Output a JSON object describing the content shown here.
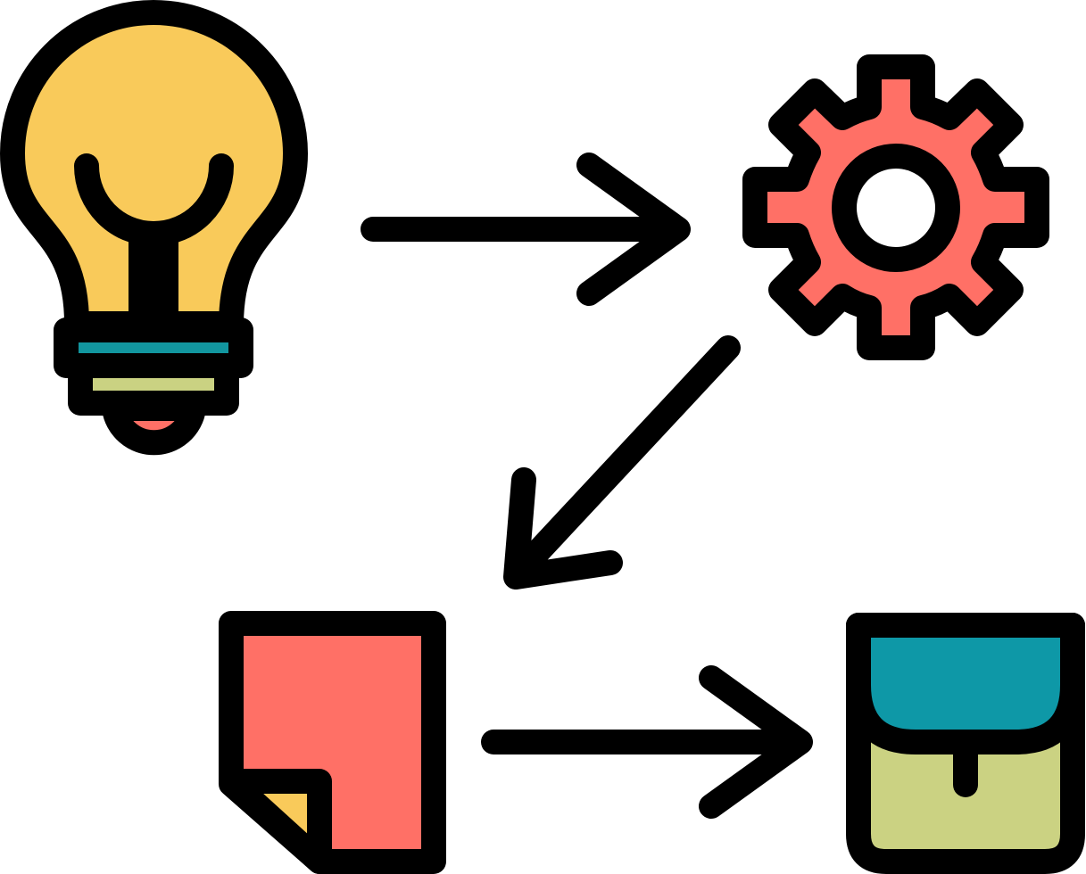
{
  "diagram": {
    "type": "process-flow",
    "nodes": [
      {
        "id": "idea",
        "icon": "lightbulb-icon"
      },
      {
        "id": "process",
        "icon": "gear-icon"
      },
      {
        "id": "document",
        "icon": "document-icon"
      },
      {
        "id": "product",
        "icon": "pocket-icon"
      }
    ],
    "edges": [
      {
        "from": "idea",
        "to": "process",
        "direction": "right"
      },
      {
        "from": "process",
        "to": "document",
        "direction": "down-left"
      },
      {
        "from": "document",
        "to": "product",
        "direction": "right"
      }
    ]
  },
  "colors": {
    "outline": "#000000",
    "background": "#ffffff",
    "bulb": "#f9ca5a",
    "bulb_band_teal": "#12969f",
    "bulb_band_green": "#cad282",
    "bulb_tip": "#ff7066",
    "gear": "#ff7066",
    "document": "#ff7066",
    "document_fold": "#f9ca5a",
    "pocket_flap": "#0e98a7",
    "pocket_body": "#cbd282"
  }
}
